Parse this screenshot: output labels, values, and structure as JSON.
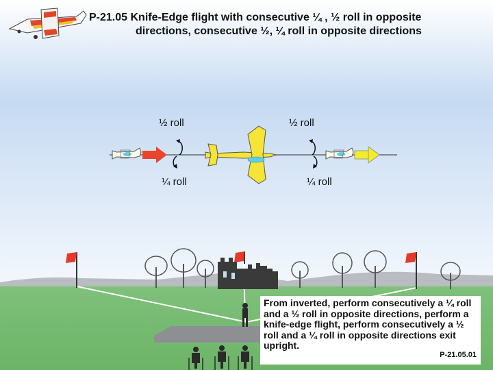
{
  "title": {
    "line1": "P-21.05 Knife-Edge flight with consecutive ¼ , ½ roll in opposite",
    "line2": "directions, consecutive ½, ¼ roll in opposite directions"
  },
  "labels": {
    "half_roll_left": "½ roll",
    "half_roll_right": "½ roll",
    "quarter_roll_left": "¼ roll",
    "quarter_roll_right": "¼ roll"
  },
  "description": "From inverted, perform consecutively a ¼ roll and a ½ roll in opposite directions, perform a knife-edge flight, perform consecutively a ½  roll and a ¼ roll in opposite directions exit upright.",
  "reference": "P-21.05.01",
  "colors": {
    "sky_top": "#c6daf2",
    "sky_bottom": "#f4f8fd",
    "grass": "#7fc07a",
    "entry_arrow": "#e8452c",
    "exit_arrow": "#f3ec2a",
    "plane_body": "#f6e436",
    "plane_canopy": "#5ad0e6",
    "flag": "#e53a2a"
  }
}
